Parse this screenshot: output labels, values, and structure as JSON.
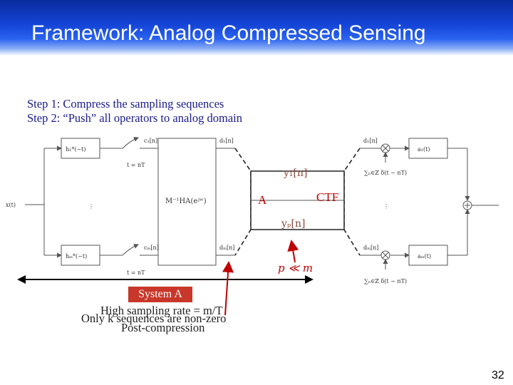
{
  "title": "Framework: Analog Compressed Sensing",
  "steps": [
    "Step 1: Compress the sampling sequences",
    "Step 2: “Push” all operators to analog domain"
  ],
  "diagram": {
    "input": "x(t)",
    "filter_top": "h₁*(−t)",
    "filter_bottom": "hₘ*(−t)",
    "sample_top": "t = nT",
    "sample_bottom": "t = nT",
    "c_top": "c₁[n]",
    "c_bottom": "cₘ[n]",
    "matrix": "M⁻¹HA(eʲʷ)",
    "d_top": "d₁[n]",
    "d_bottom": "dₘ[n]",
    "y_top": "y₁[n]",
    "y_bottom": "yₚ[n]",
    "a_block": "A",
    "ctf_block": "CTF",
    "p_less_m": "p ≪ m",
    "d_top_right": "d₁[n]",
    "d_bottom_right": "dₘ[n]",
    "impulse_top": "∑ₙ∈ℤ δ(t − nT)",
    "impulse_bottom": "∑ₙ∈ℤ δ(t − nT)",
    "out_top": "a₁(t)",
    "out_bottom": "aₘ(t)",
    "dots": "⋮"
  },
  "notes": {
    "system_a": "System A",
    "high_rate": "High sampling rate = m/T",
    "only_k": "Only k sequences are non-zero",
    "post": "Post-compression"
  },
  "slide_number": "32",
  "colors": {
    "title_bar": "#1545d6",
    "accent": "#c00000",
    "step_text": "#1a1a8c"
  }
}
